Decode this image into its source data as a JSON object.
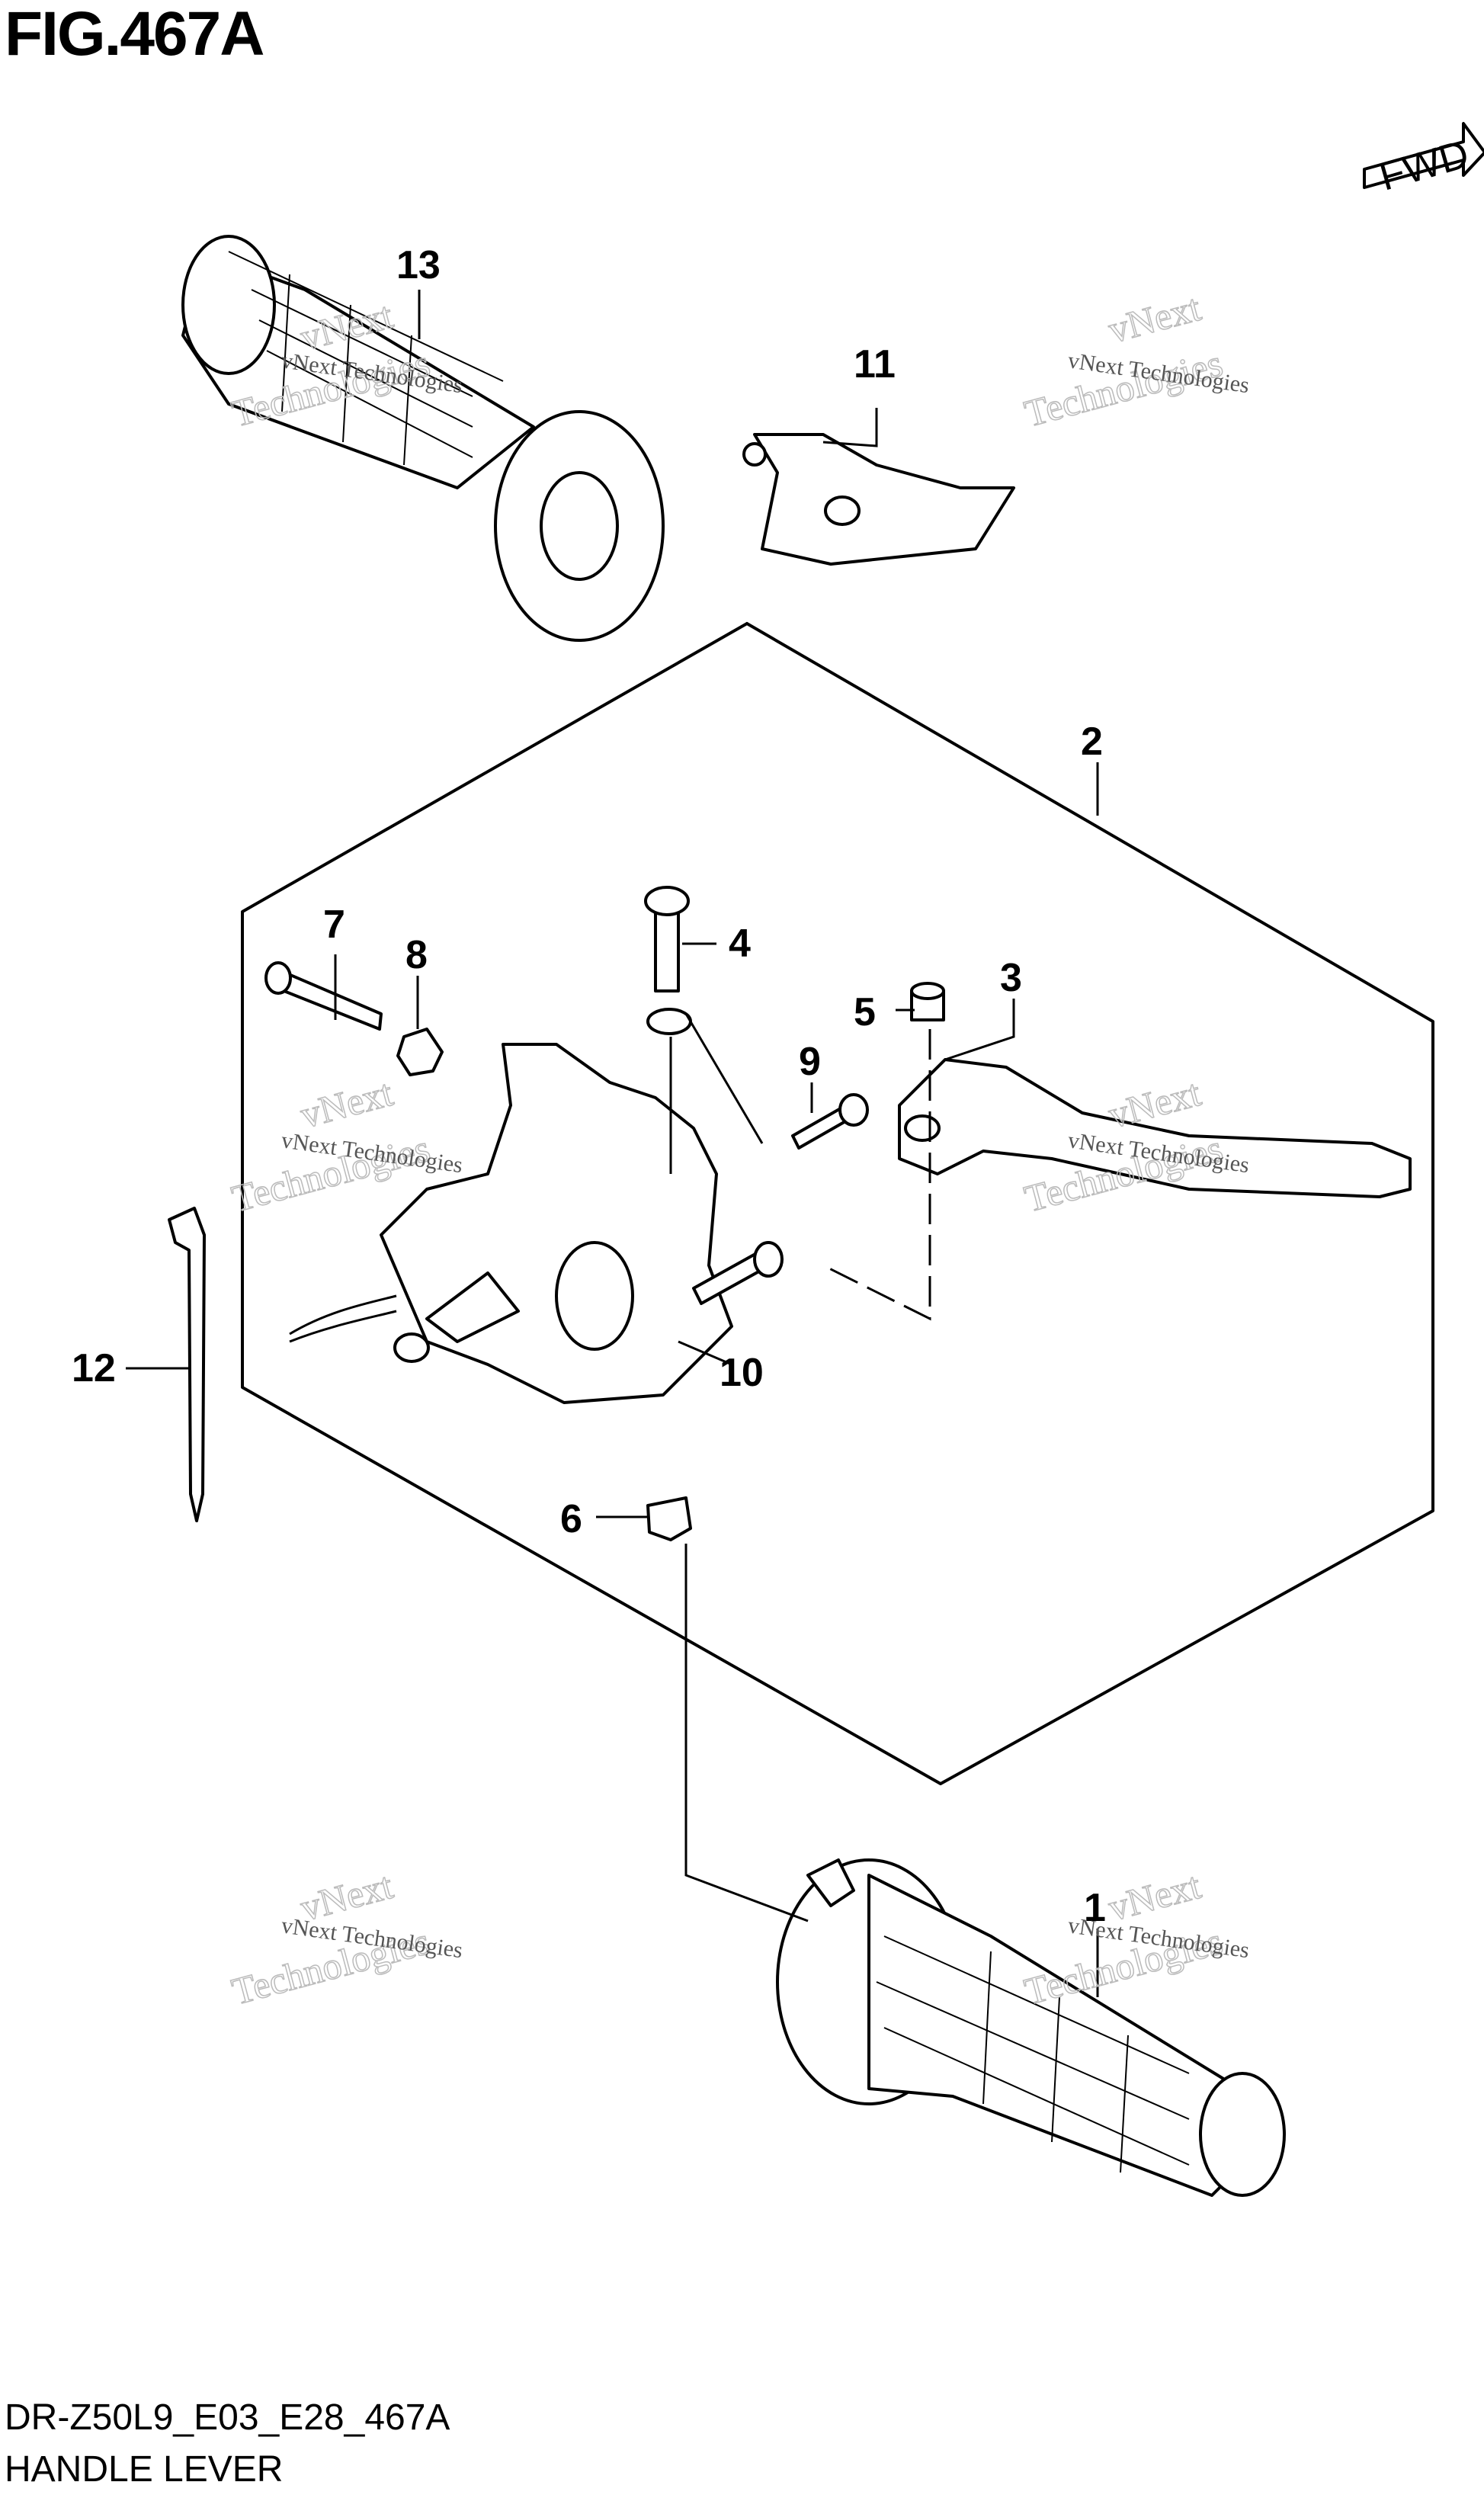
{
  "figure": {
    "title": "FIG.467A",
    "code": "DR-Z50L9_E03_E28_467A",
    "name": "HANDLE LEVER",
    "fwd_label": "FWD"
  },
  "watermark": {
    "line1": "vNext Technologies",
    "line2": "vNext",
    "line3": "Technologies"
  },
  "callouts": [
    "1",
    "2",
    "3",
    "4",
    "5",
    "6",
    "7",
    "8",
    "9",
    "10",
    "11",
    "12",
    "13"
  ],
  "icons": {
    "fwd_arrow": "fwd-arrow-icon"
  }
}
